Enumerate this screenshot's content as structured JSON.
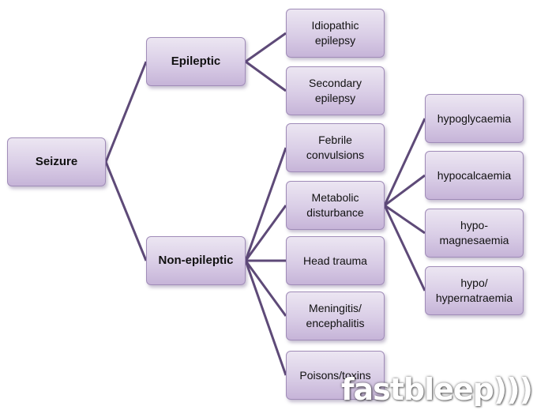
{
  "nodes": {
    "seizure": "Seizure",
    "epileptic": "Epileptic",
    "non_epileptic": "Non-epileptic",
    "idiopathic": "Idiopathic\nepilepsy",
    "secondary": "Secondary\nepilepsy",
    "febrile": "Febrile\nconvulsions",
    "metabolic": "Metabolic\ndisturbance",
    "head_trauma": "Head trauma",
    "meningitis": "Meningitis/\nencephalitis",
    "poisons": "Poisons/toxins",
    "hypoglycaemia": "hypoglycaemia",
    "hypocalcaemia": "hypocalcaemia",
    "hypomagnesaemia": "hypo-\nmagnesaemia",
    "hypernatraemia": "hypo/\nhypernatraemia"
  },
  "watermark": "fastbleep",
  "colors": {
    "node_fill": "#d9cde6",
    "node_border": "#a08cb8",
    "connector": "#5e4a78"
  }
}
